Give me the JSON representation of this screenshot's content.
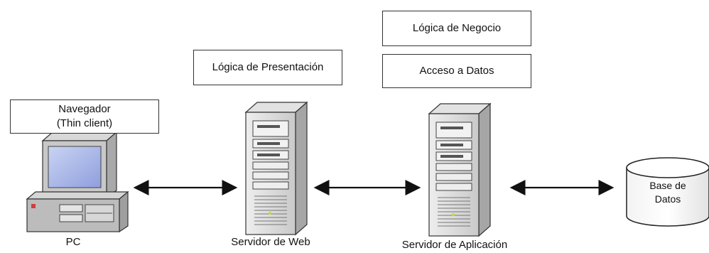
{
  "boxes": {
    "navegador": {
      "line1": "Navegador",
      "line2": "(Thin client)"
    },
    "presentacion": "Lógica de Presentación",
    "negocio": "Lógica de Negocio",
    "acceso": "Acceso a Datos"
  },
  "nodes": {
    "pc": "PC",
    "web": "Servidor de Web",
    "app": "Servidor de Aplicación",
    "db_line1": "Base de",
    "db_line2": "Datos"
  }
}
